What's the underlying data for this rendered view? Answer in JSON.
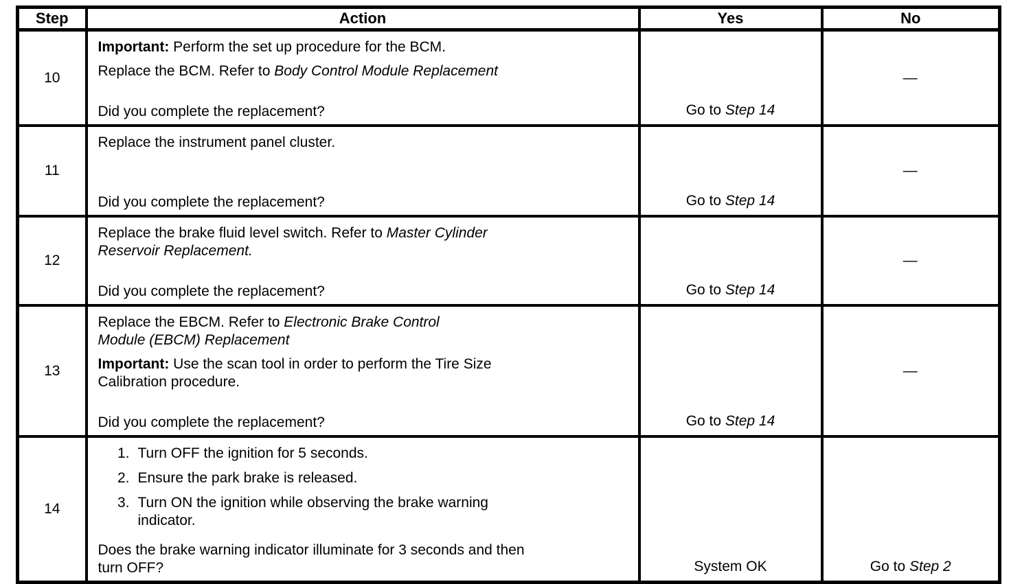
{
  "table": {
    "headers": {
      "step": "Step",
      "action": "Action",
      "yes": "Yes",
      "no": "No"
    },
    "rows": [
      {
        "step": "10",
        "action": {
          "p1_bold": "Important:",
          "p1_rest": " Perform the set up procedure for the BCM.",
          "p2_pre": "Replace the BCM. Refer to ",
          "p2_italic": "Body Control Module Replacement",
          "question": "Did you complete the replacement?"
        },
        "yes": {
          "pre": "Go to ",
          "italic": "Step 14"
        },
        "no": {
          "pre": "—",
          "italic": ""
        }
      },
      {
        "step": "11",
        "action": {
          "p1": "Replace the instrument panel cluster.",
          "question": "Did you complete the replacement?"
        },
        "yes": {
          "pre": "Go to ",
          "italic": "Step 14"
        },
        "no": {
          "pre": "—",
          "italic": ""
        }
      },
      {
        "step": "12",
        "action": {
          "p1_pre": "Replace the brake fluid level switch. Refer to ",
          "p1_italic": "Master Cylinder\nReservoir Replacement.",
          "question": "Did you complete the replacement?"
        },
        "yes": {
          "pre": "Go to ",
          "italic": "Step 14"
        },
        "no": {
          "pre": "—",
          "italic": ""
        }
      },
      {
        "step": "13",
        "action": {
          "p1_pre": "Replace the EBCM. Refer to ",
          "p1_italic": "Electronic Brake Control\nModule (EBCM) Replacement",
          "p2_bold": "Important:",
          "p2_rest": " Use the scan tool in order to perform the Tire Size\nCalibration procedure.",
          "question": "Did you complete the replacement?"
        },
        "yes": {
          "pre": "Go to ",
          "italic": "Step 14"
        },
        "no": {
          "pre": "—",
          "italic": ""
        }
      },
      {
        "step": "14",
        "action": {
          "list": [
            {
              "num": "1.",
              "text": "Turn OFF the ignition for 5 seconds."
            },
            {
              "num": "2.",
              "text": "Ensure the park brake is released."
            },
            {
              "num": "3.",
              "text": "Turn ON the ignition while observing the brake warning\nindicator."
            }
          ],
          "question": "Does the brake warning indicator illuminate for 3 seconds and then\nturn OFF?"
        },
        "yes": {
          "pre": "System OK",
          "italic": ""
        },
        "no": {
          "pre": "Go to ",
          "italic": "Step 2"
        }
      }
    ]
  }
}
